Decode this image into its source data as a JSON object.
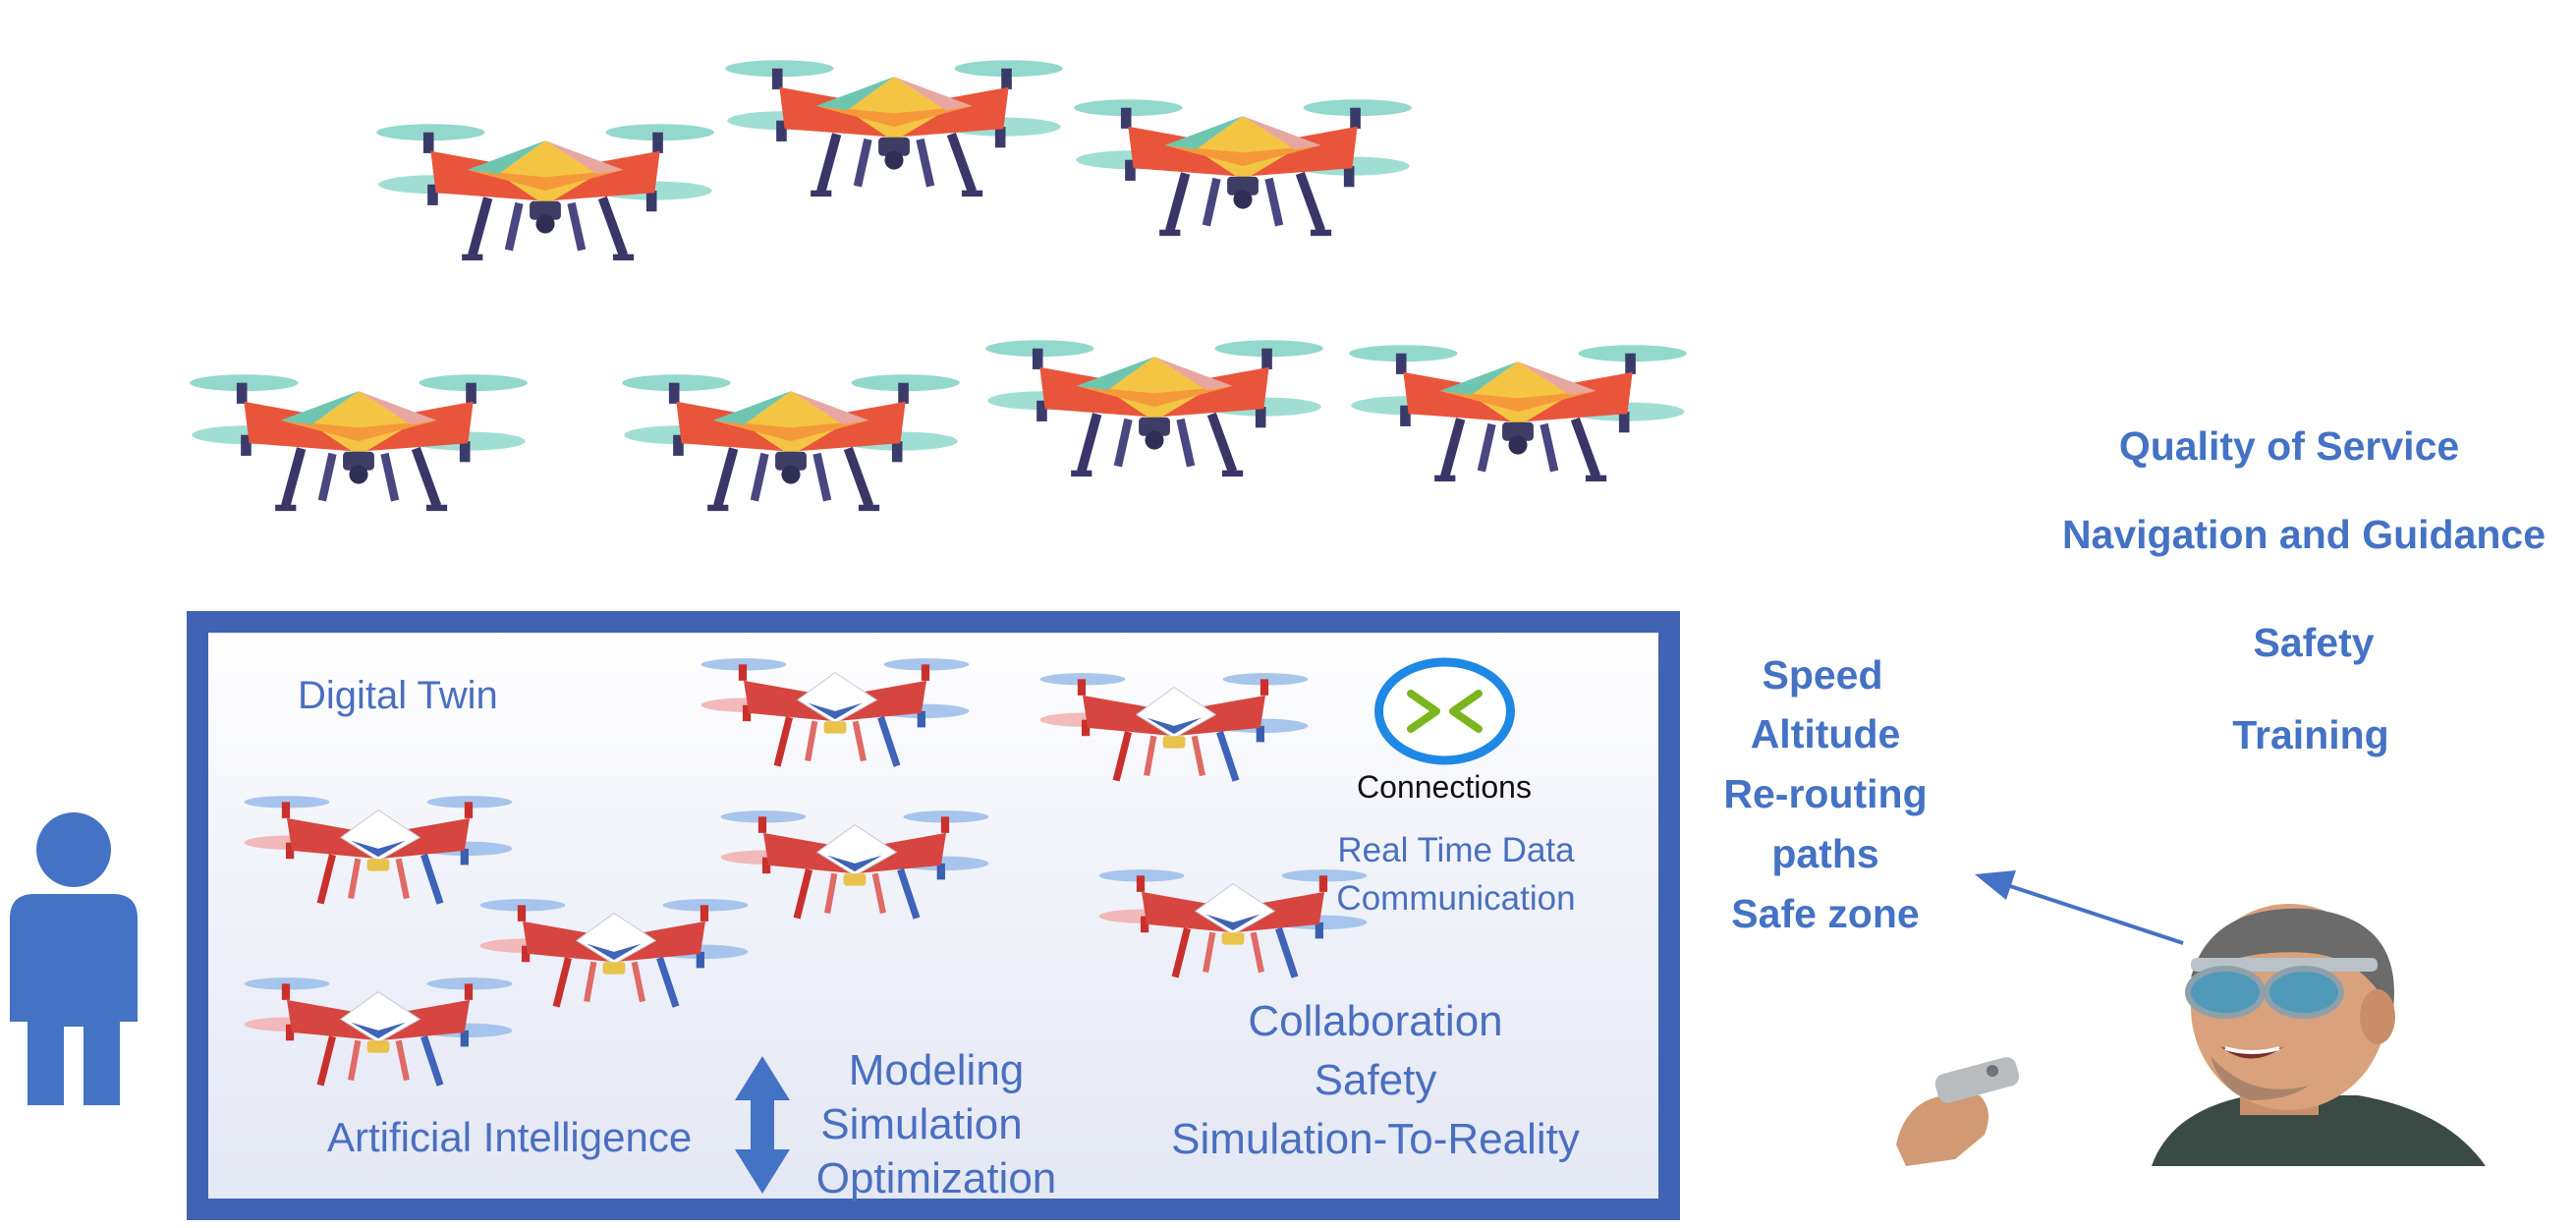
{
  "digital_twin": {
    "title": "Digital Twin",
    "connections": "Connections",
    "rt_line1": "Real Time Data",
    "rt_line2": "Communication",
    "collab1": "Collaboration",
    "collab2": "Safety",
    "collab3": "Simulation-To-Reality",
    "ai": "Artificial Intelligence",
    "model1": "Modeling",
    "model2": "Simulation",
    "model3": "Optimization"
  },
  "flight": {
    "speed": "Speed",
    "altitude": "Altitude",
    "rerouting": "Re-routing",
    "paths": "paths",
    "safe_zone": "Safe zone"
  },
  "benefits": {
    "qos": "Quality of Service",
    "nav": "Navigation and Guidance",
    "safety": "Safety",
    "training": "Training"
  },
  "icons": [
    "drone-icon",
    "person-icon",
    "connections-icon",
    "vr-pilot-icon",
    "double-arrow-icon"
  ],
  "colors": {
    "accent": "#4472c4",
    "frame": "#4163b4",
    "connections_green": "#7ab51d"
  }
}
